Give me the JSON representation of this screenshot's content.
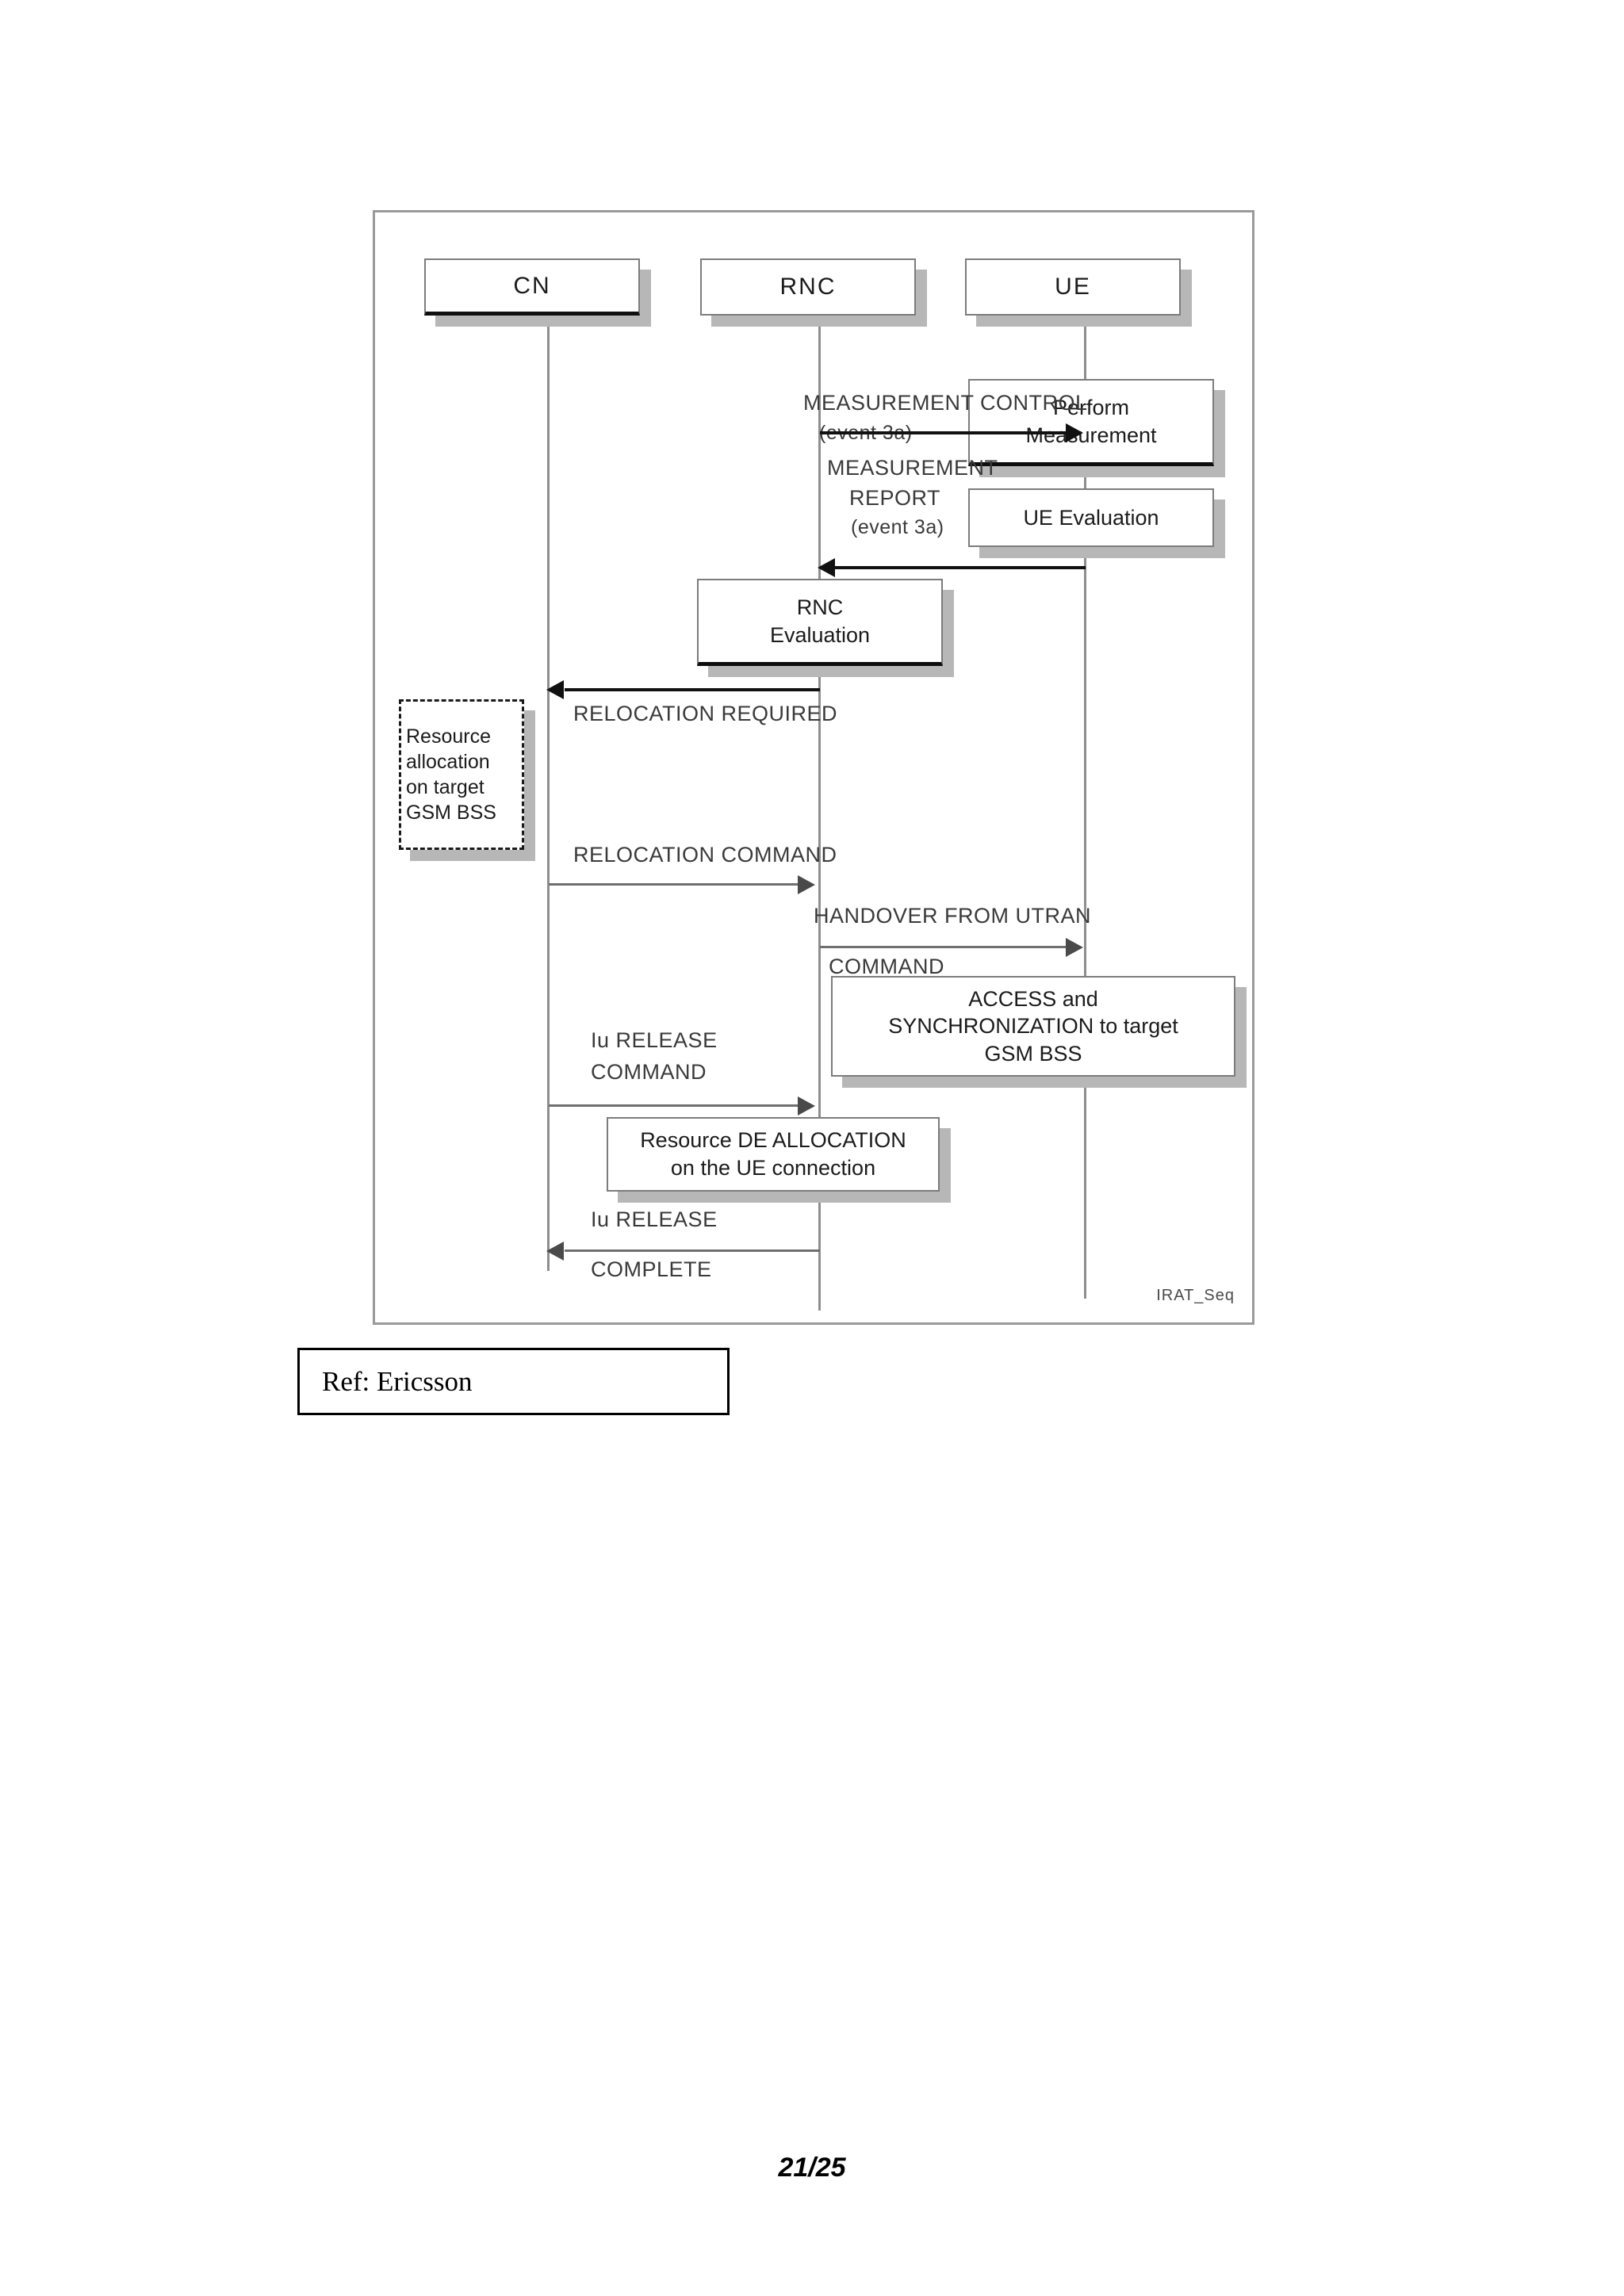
{
  "document": {
    "footer_page": "21/25",
    "reference_box": "Ref: Ericsson"
  },
  "diagram": {
    "corner_tag": "IRAT_Seq",
    "actors": [
      {
        "id": "cn",
        "label": "CN"
      },
      {
        "id": "rnc",
        "label": "RNC"
      },
      {
        "id": "ue",
        "label": "UE"
      }
    ],
    "notes": [
      {
        "id": "perform-measurement",
        "lines": [
          "Perform",
          "Measurement"
        ]
      },
      {
        "id": "ue-evaluation",
        "lines": [
          "UE Evaluation"
        ]
      },
      {
        "id": "rnc-evaluation",
        "lines": [
          "RNC",
          "Evaluation"
        ]
      },
      {
        "id": "resource-allocation",
        "lines": [
          "Resource",
          "allocation",
          "on target",
          "GSM BSS"
        ]
      },
      {
        "id": "access-sync",
        "lines": [
          "ACCESS and",
          "SYNCHRONIZATION to target",
          "GSM BSS"
        ]
      },
      {
        "id": "resource-deallocation",
        "lines": [
          "Resource DE ALLOCATION",
          "on the UE connection"
        ]
      }
    ],
    "messages": [
      {
        "id": "measurement-control",
        "from": "rnc",
        "to": "ue",
        "lines": [
          "MEASUREMENT CONTROL",
          "(event  3a)"
        ]
      },
      {
        "id": "measurement-report",
        "from": "ue",
        "to": "rnc",
        "lines": [
          "MEASUREMENT",
          "REPORT",
          "(event 3a)"
        ]
      },
      {
        "id": "relocation-required",
        "from": "rnc",
        "to": "cn",
        "lines": [
          "RELOCATION REQUIRED"
        ]
      },
      {
        "id": "relocation-command",
        "from": "cn",
        "to": "rnc",
        "lines": [
          "RELOCATION COMMAND"
        ]
      },
      {
        "id": "handover-from-utran",
        "from": "rnc",
        "to": "ue",
        "lines": [
          "HANDOVER FROM UTRAN",
          "COMMAND"
        ]
      },
      {
        "id": "iu-release-command",
        "from": "cn",
        "to": "rnc",
        "lines": [
          "Iu RELEASE",
          "COMMAND"
        ]
      },
      {
        "id": "iu-release-complete",
        "from": "rnc",
        "to": "cn",
        "lines": [
          "Iu RELEASE",
          "COMPLETE"
        ]
      }
    ]
  }
}
